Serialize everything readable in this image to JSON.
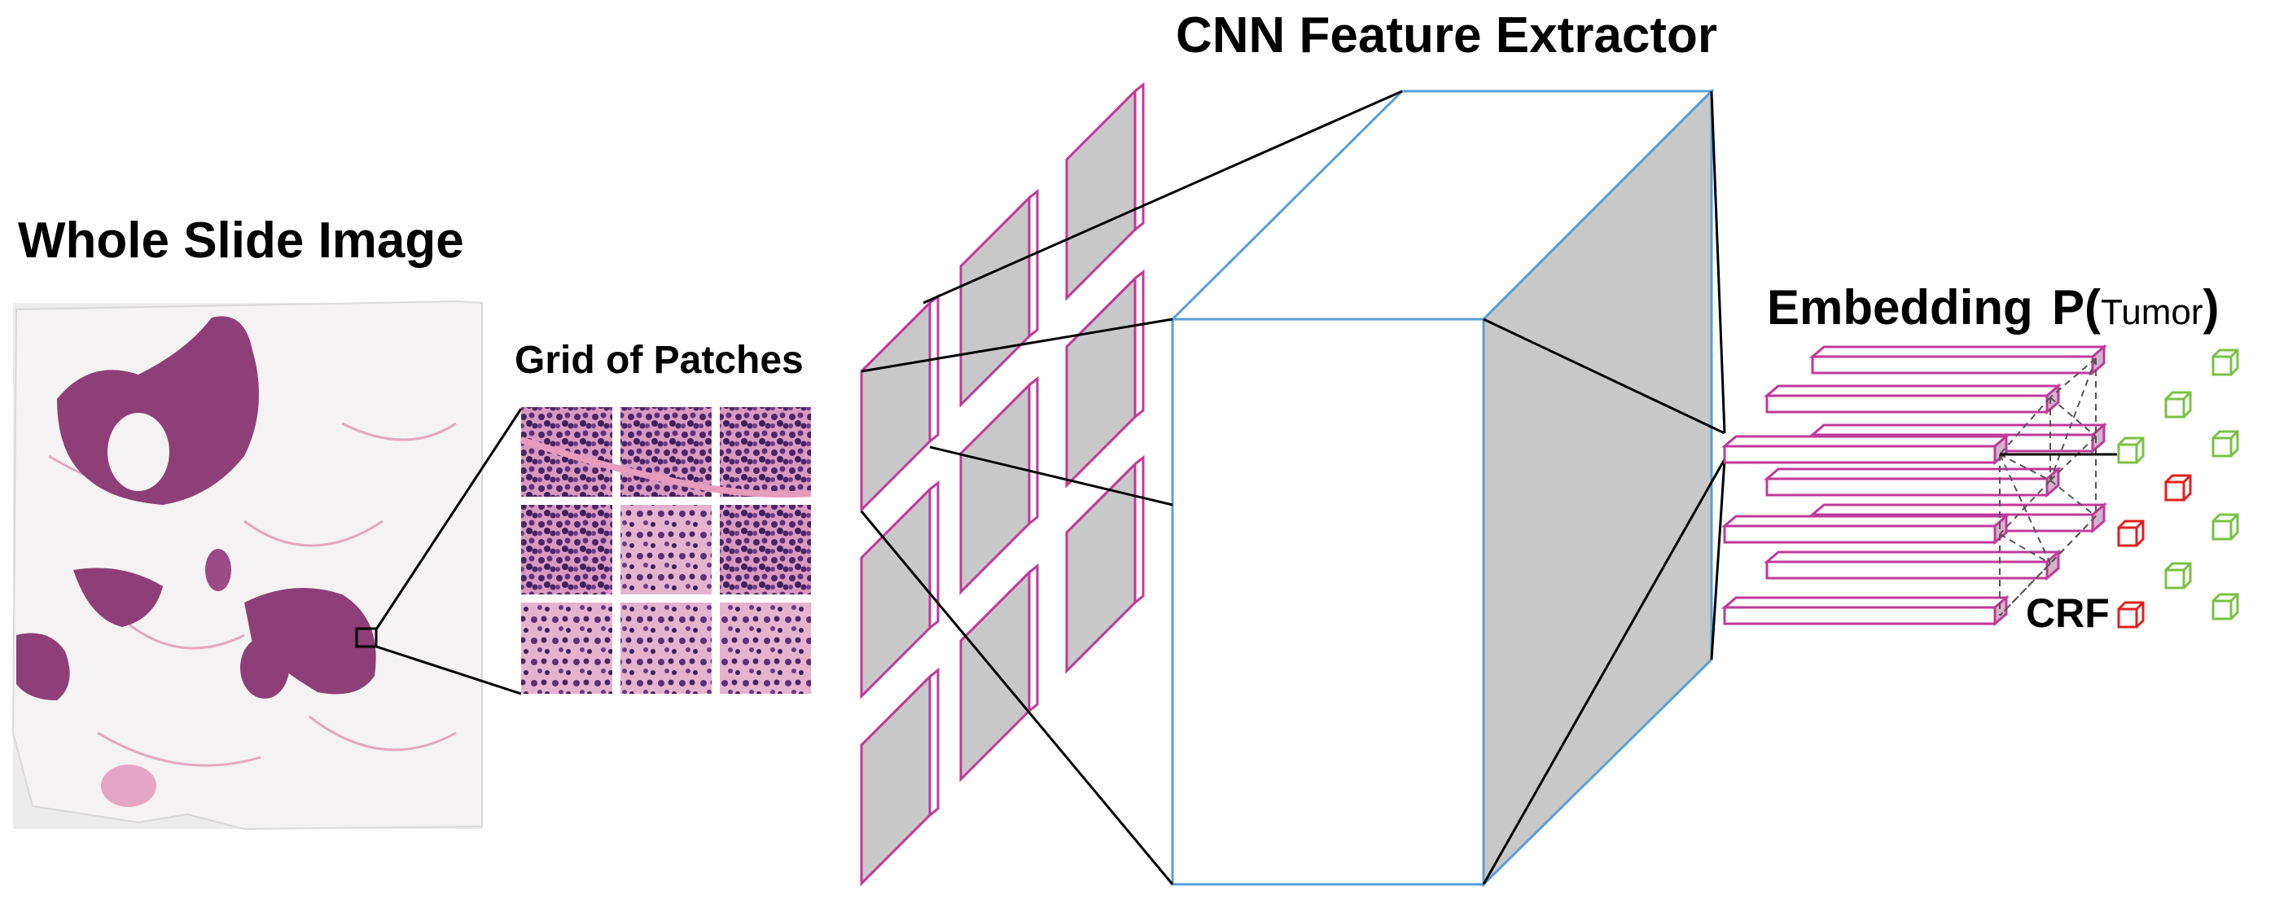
{
  "labels": {
    "wsi_title": "Whole Slide Image",
    "grid_title": "Grid of Patches",
    "cnn_title": "CNN Feature Extractor",
    "embedding_title": "Embedding",
    "prob_prefix": "P(",
    "prob_inner": "Tumor",
    "prob_suffix": ")",
    "crf_label": "CRF"
  },
  "colors": {
    "patch_edge": "#c0399a",
    "patch_face": "#c8c8c8",
    "cnn_edge": "#5a9fd4",
    "cnn_side": "#c8c8c8",
    "tissue": "#8e3f78",
    "tissue_light": "#f2dde8",
    "cube_normal": "#7ac143",
    "cube_tumor": "#e02020"
  },
  "outputs": {
    "cubes": [
      "normal",
      "normal",
      "normal",
      "normal",
      "tumor",
      "normal",
      "tumor",
      "normal",
      "tumor",
      "normal"
    ]
  }
}
